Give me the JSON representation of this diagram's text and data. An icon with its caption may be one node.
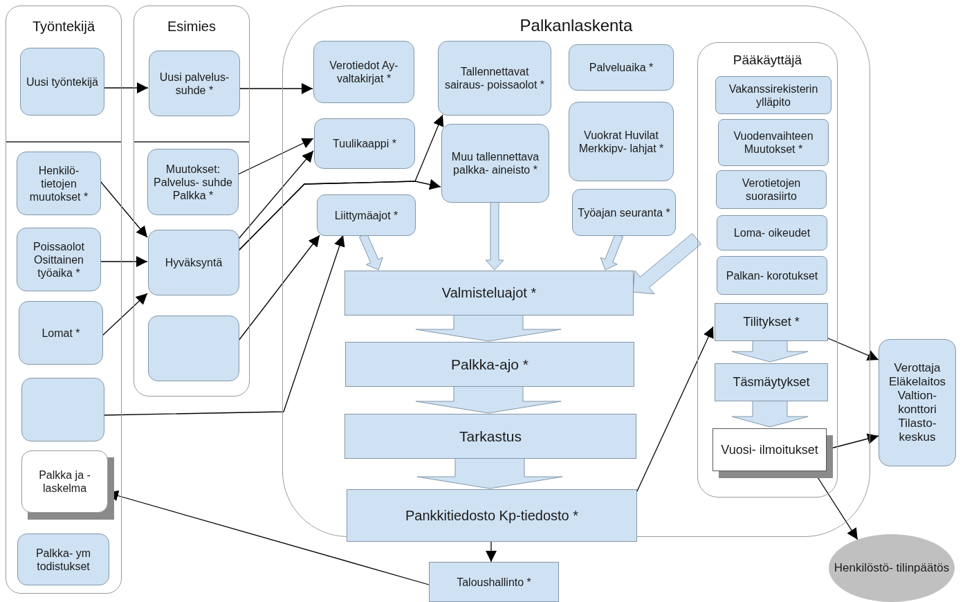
{
  "diagram": {
    "nodes": [
      {
        "text": [
          "Työntekijä"
        ]
      },
      {
        "text": [
          "Esimies"
        ]
      },
      {
        "text": [
          "Palkanlaskenta"
        ]
      },
      {
        "text": [
          "Pääkäyttäjä"
        ],
        "in": 2
      },
      {
        "text": [
          "Uusi työntekijä"
        ],
        "in": 0
      },
      {
        "text": [
          "Henkilö- tietojen muutokset *"
        ],
        "in": 0
      },
      {
        "text": [
          "Poissaolot Osittainen työaika *"
        ],
        "in": 0
      },
      {
        "text": [
          "Lomat *"
        ],
        "in": 0
      },
      {
        "text": [],
        "shape": "box",
        "in": 0
      },
      {
        "text": [
          "Palkka ja -laskelma"
        ],
        "in": 0
      },
      {
        "text": [
          "Palkka- ym todistukset"
        ],
        "in": 0
      },
      {
        "text": [
          "Uusi palvelus- suhde *"
        ],
        "in": 1
      },
      {
        "text": [
          "Muutokset: Palvelus- suhde Palkka *"
        ],
        "in": 1
      },
      {
        "text": [
          "Hyväksyntä"
        ],
        "in": 1
      },
      {
        "text": [],
        "shape": "box",
        "in": 1
      },
      {
        "text": [
          "Verotiedot Ay-valtakirjat *"
        ],
        "in": 2
      },
      {
        "text": [
          "Tuulikaappi *"
        ],
        "in": 2
      },
      {
        "text": [
          "Liittymäajot *"
        ],
        "in": 2
      },
      {
        "text": [
          "Tallennettavat sairaus- poissaolot *"
        ],
        "in": 2
      },
      {
        "text": [
          "Muu tallennettava palkka- aineisto *"
        ],
        "in": 2
      },
      {
        "text": [
          "Palveluaika *"
        ],
        "in": 2
      },
      {
        "text": [
          "Vuokrat Huvilat Merkkipv- lahjat *"
        ],
        "in": 2
      },
      {
        "text": [
          "Työajan seuranta *"
        ],
        "in": 2
      },
      {
        "text": [
          "Valmisteluajot *"
        ],
        "in": 2
      },
      {
        "text": [
          "Palkka-ajo *"
        ],
        "in": 2
      },
      {
        "text": [
          "Tarkastus"
        ],
        "in": 2
      },
      {
        "text": [
          "Pankkitiedosto Kp-tiedosto *"
        ],
        "in": 2
      },
      {
        "text": [
          "Vakanssirekisterin ylläpito"
        ],
        "in": 3
      },
      {
        "text": [
          "Vuodenvaihteen Muutokset *"
        ],
        "in": 3
      },
      {
        "text": [
          "Verotietojen suorasiirto"
        ],
        "in": 3
      },
      {
        "text": [
          "Loma- oikeudet"
        ],
        "in": 3
      },
      {
        "text": [
          "Palkan- korotukset"
        ],
        "in": 3
      },
      {
        "text": [
          "Tilitykset *"
        ],
        "in": 3
      },
      {
        "text": [
          "Täsmäytykset"
        ],
        "in": 3
      },
      {
        "text": [
          "Vuosi- ilmoitukset"
        ],
        "in": 3
      },
      {
        "text": [
          "Taloushallinto *"
        ]
      },
      {
        "text": [
          "Verottaja Eläkelaitos Valtion- konttori Tilasto- keskus"
        ]
      },
      {
        "text": [
          "Henkilöstö- tilinpäätös"
        ]
      }
    ],
    "edges": [
      {
        "from": 4,
        "to": 11,
        "arrow": "to"
      },
      {
        "from": 11,
        "to": 15,
        "arrow": "to"
      },
      {
        "from": 12,
        "to": 16,
        "arrow": "to"
      },
      {
        "from": 13,
        "to": 16,
        "arrow": "to"
      },
      {
        "from": 13,
        "to": 18,
        "arrow": "to"
      },
      {
        "from": 13,
        "to": 19,
        "arrow": "to"
      },
      {
        "from": 5,
        "to": 13,
        "arrow": "to"
      },
      {
        "from": 6,
        "to": 13,
        "arrow": "to"
      },
      {
        "from": 7,
        "to": 13,
        "arrow": "to"
      },
      {
        "from": 14,
        "to": 17,
        "arrow": "to"
      },
      {
        "from": 8,
        "to": 17,
        "arrow": "to"
      },
      {
        "from": 17,
        "to": 23,
        "arrow": "to",
        "style": "thick",
        "color": "#cfe2f3"
      },
      {
        "from": 19,
        "to": 23,
        "arrow": "to",
        "style": "thick",
        "color": "#cfe2f3"
      },
      {
        "from": 22,
        "to": 23,
        "arrow": "to",
        "style": "thick",
        "color": "#cfe2f3"
      },
      {
        "from": 3,
        "to": 23,
        "arrow": "to",
        "style": "thick",
        "color": "#cfe2f3"
      },
      {
        "from": 23,
        "to": 24,
        "arrow": "to",
        "style": "thick",
        "color": "#cfe2f3"
      },
      {
        "from": 24,
        "to": 25,
        "arrow": "to",
        "style": "thick",
        "color": "#cfe2f3"
      },
      {
        "from": 25,
        "to": 26,
        "arrow": "to",
        "style": "thick",
        "color": "#cfe2f3"
      },
      {
        "from": 32,
        "to": 33,
        "arrow": "to",
        "style": "thick",
        "color": "#cfe2f3"
      },
      {
        "from": 33,
        "to": 34,
        "arrow": "to",
        "style": "thick",
        "color": "#cfe2f3"
      },
      {
        "from": 26,
        "to": 35,
        "arrow": "to"
      },
      {
        "from": 35,
        "to": 9,
        "arrow": "to"
      },
      {
        "from": 26,
        "to": 32,
        "arrow": "to"
      },
      {
        "from": 32,
        "to": 36,
        "arrow": "to"
      },
      {
        "from": 34,
        "to": 36,
        "arrow": "to"
      },
      {
        "from": 34,
        "to": 37,
        "arrow": "to"
      }
    ]
  }
}
